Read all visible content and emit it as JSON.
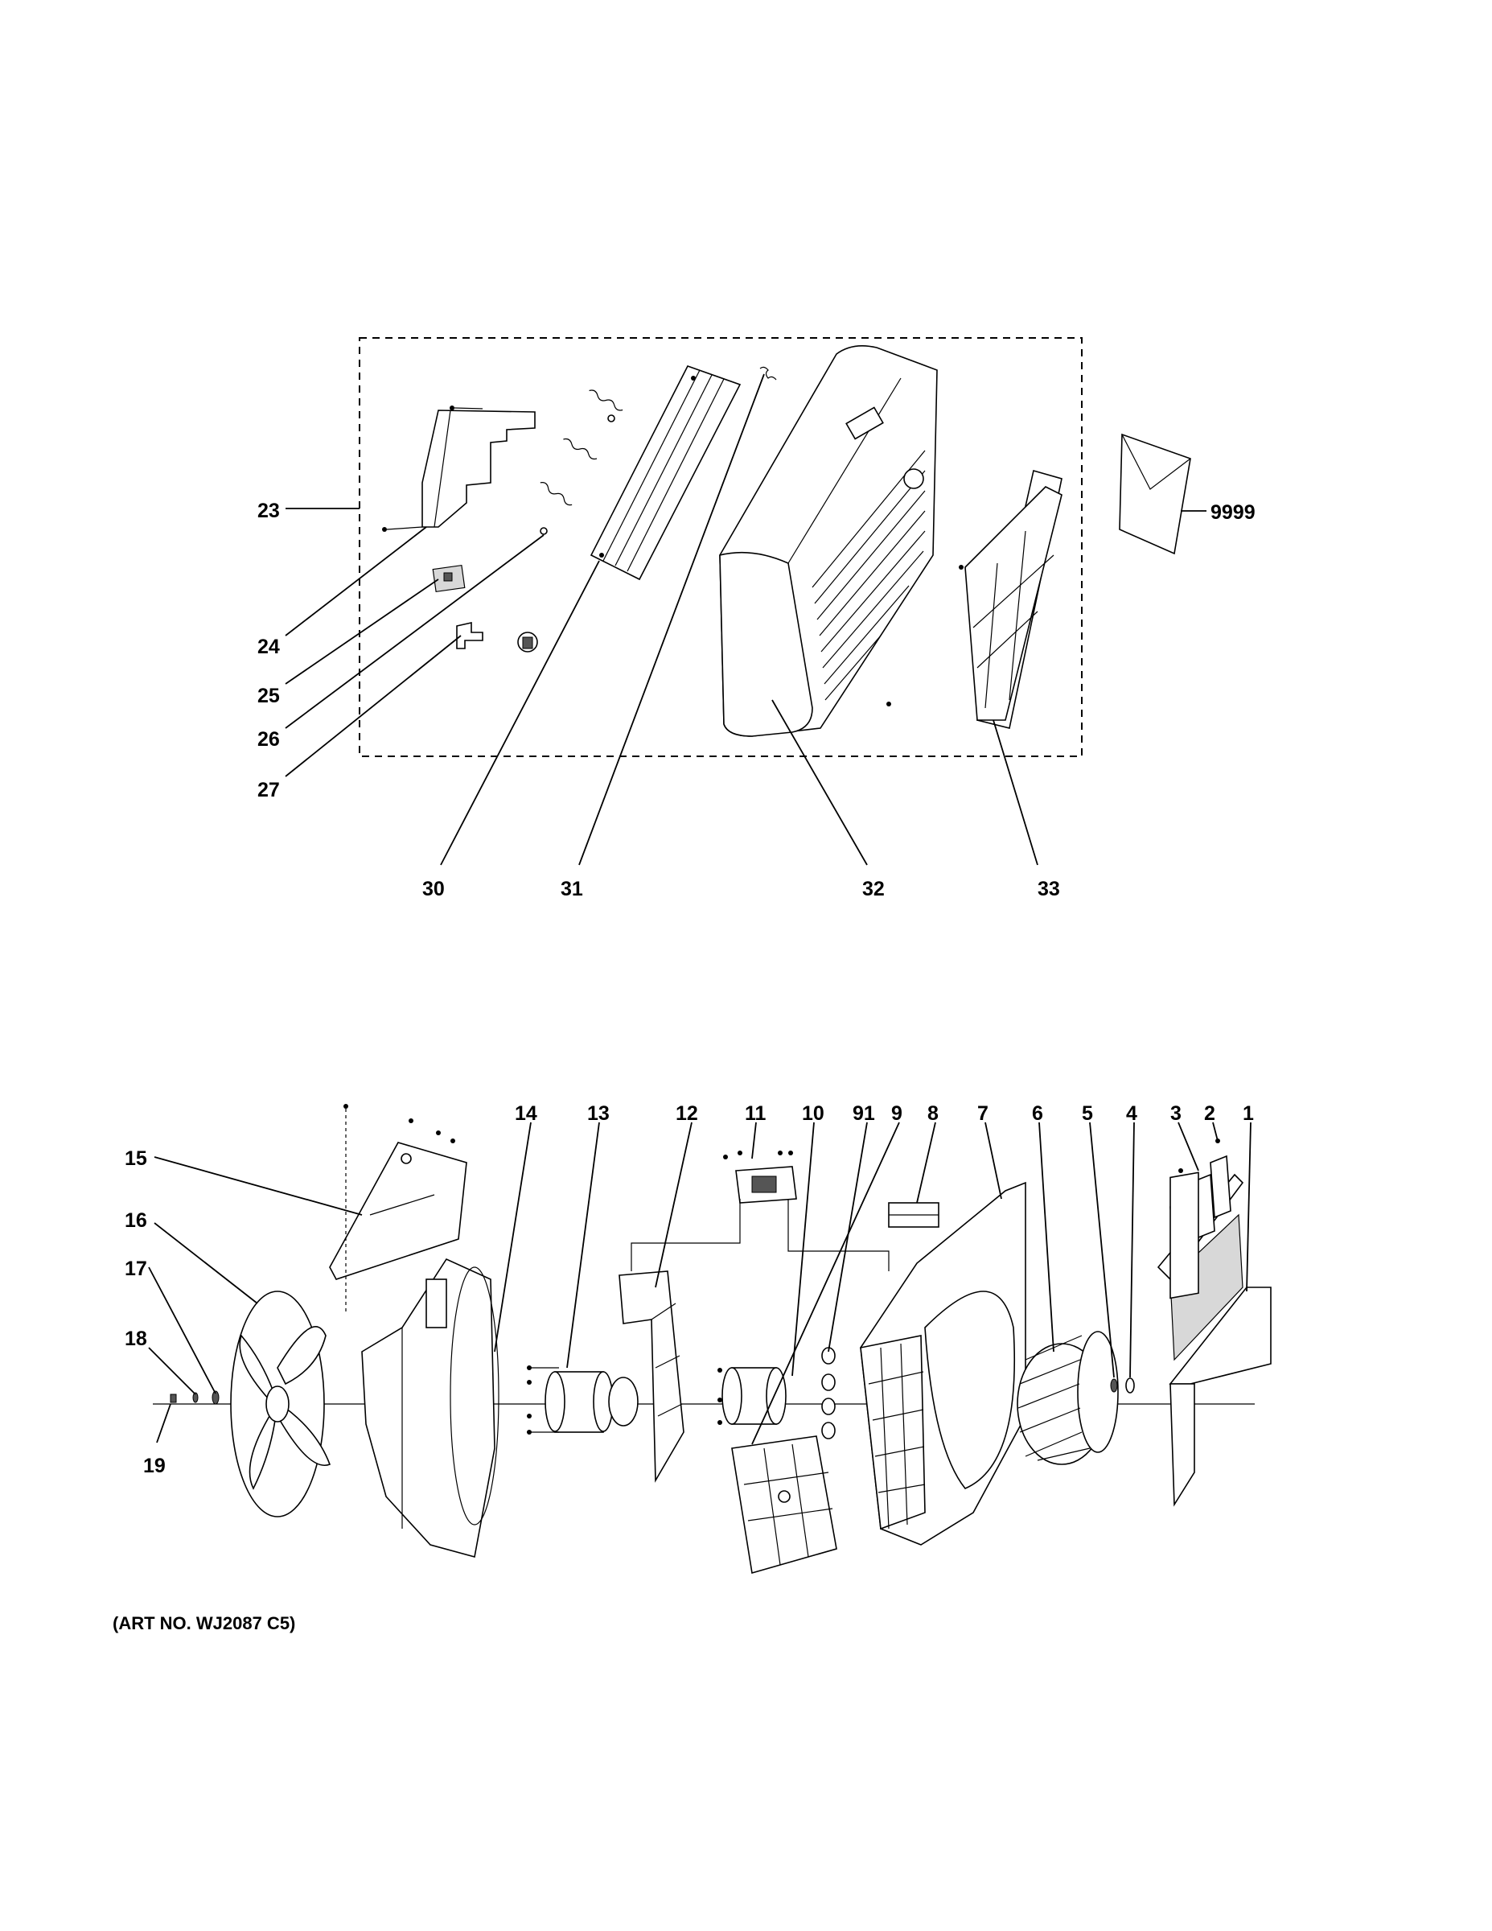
{
  "diagram": {
    "art_number": "(ART NO. WJ2087 C5)",
    "upper_group": {
      "callouts": [
        "23",
        "24",
        "25",
        "26",
        "27",
        "30",
        "31",
        "32",
        "33",
        "9999"
      ]
    },
    "lower_group": {
      "callouts": [
        "15",
        "16",
        "17",
        "18",
        "19",
        "14",
        "13",
        "12",
        "11",
        "10",
        "91",
        "9",
        "8",
        "7",
        "6",
        "5",
        "4",
        "3",
        "2",
        "1"
      ]
    }
  }
}
